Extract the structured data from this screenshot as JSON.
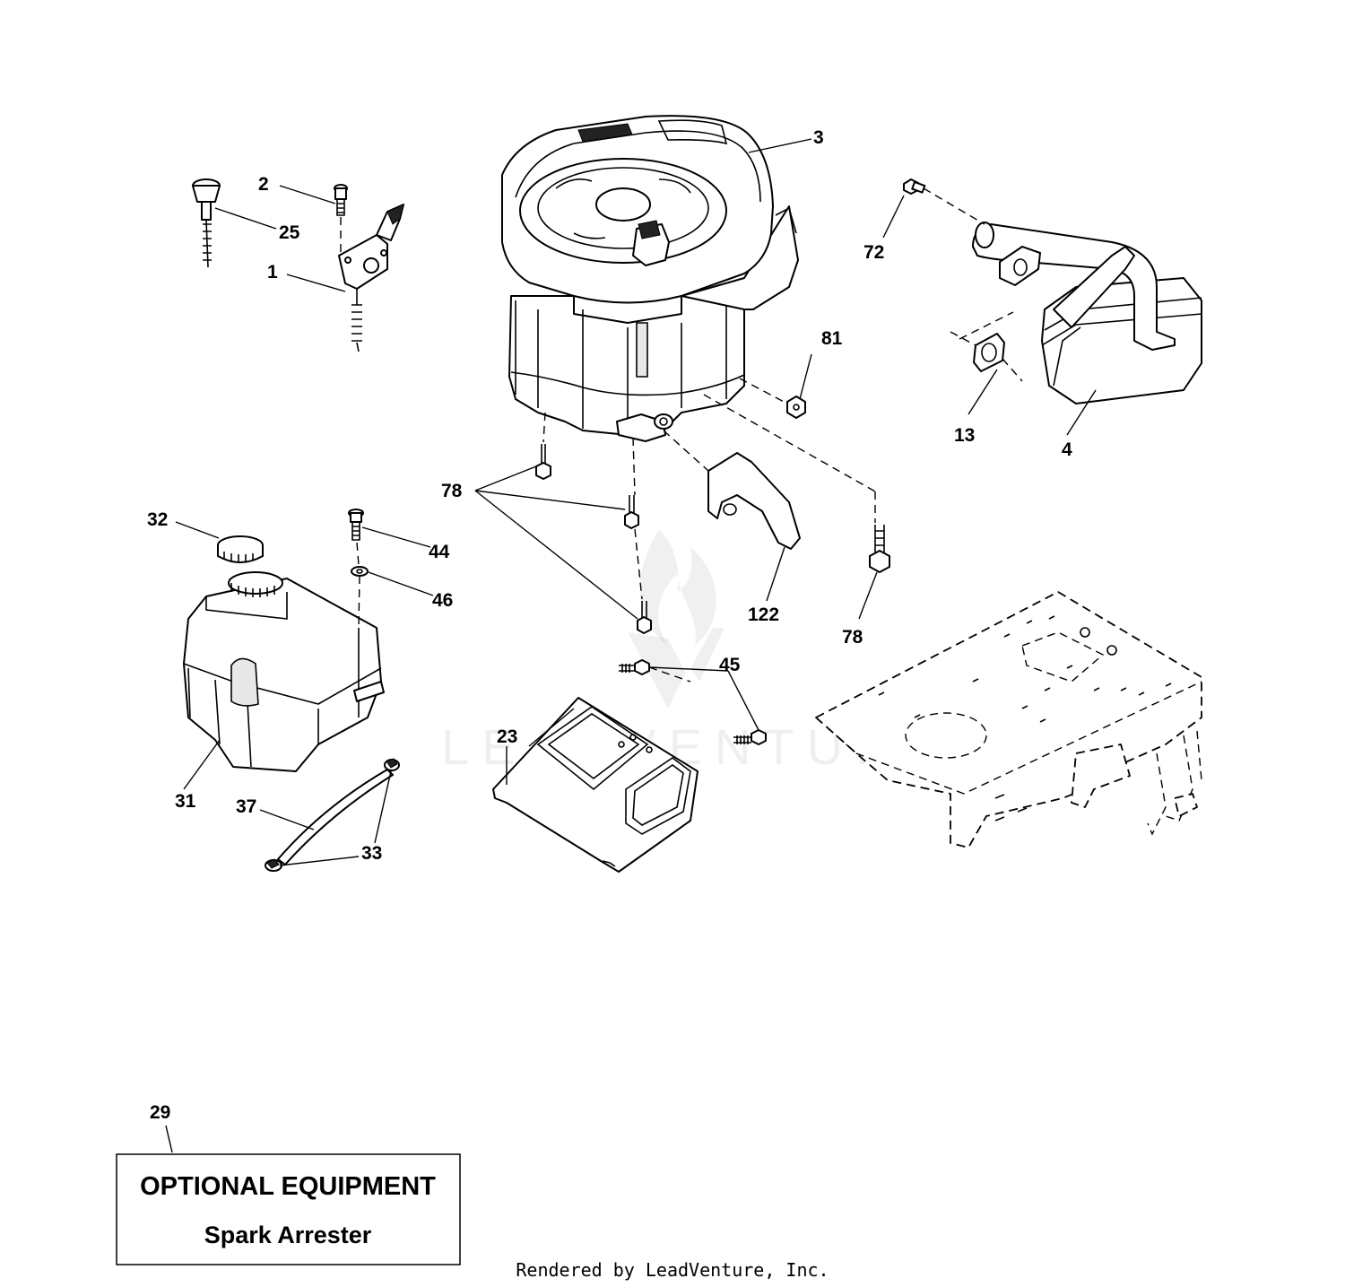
{
  "callouts": {
    "c1": "1",
    "c2": "2",
    "c3": "3",
    "c4": "4",
    "c13": "13",
    "c23": "23",
    "c25": "25",
    "c29": "29",
    "c31": "31",
    "c32": "32",
    "c33": "33",
    "c37": "37",
    "c44": "44",
    "c45": "45",
    "c46": "46",
    "c72": "72",
    "c78a": "78",
    "c78b": "78",
    "c81": "81",
    "c122": "122"
  },
  "optional_box": {
    "title": "OPTIONAL EQUIPMENT",
    "subtitle": "Spark Arrester"
  },
  "watermark": "LEADVENTURE",
  "footer": "Rendered by LeadVenture, Inc."
}
